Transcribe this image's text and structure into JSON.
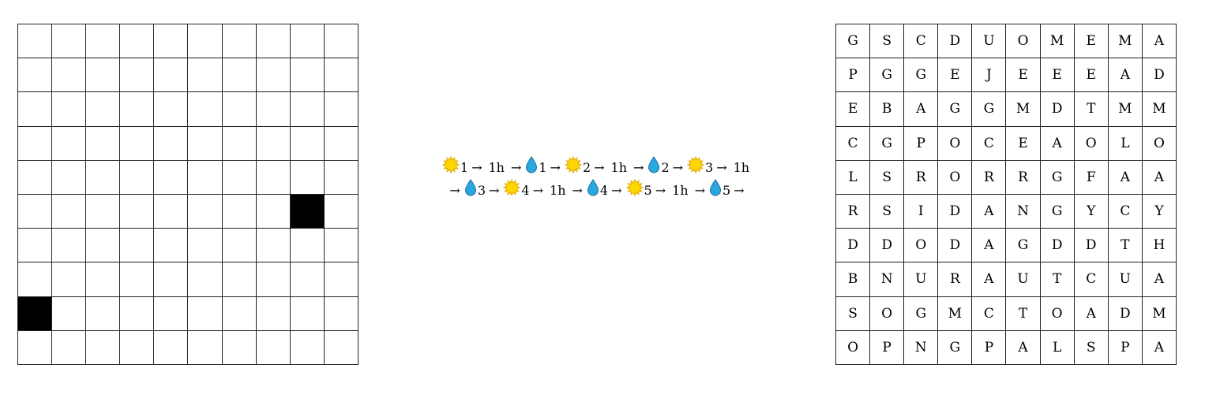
{
  "left_grid": {
    "rows": 10,
    "cols": 10,
    "filled": [
      [
        5,
        8
      ],
      [
        8,
        0
      ]
    ]
  },
  "sequence": {
    "lines": [
      [
        {
          "type": "sun",
          "num": "1"
        },
        {
          "type": "arrow",
          "text": "→"
        },
        {
          "type": "dur",
          "text": "1h"
        },
        {
          "type": "arrow",
          "text": "→"
        },
        {
          "type": "drop",
          "num": "1"
        },
        {
          "type": "arrow",
          "text": "→"
        },
        {
          "type": "sun",
          "num": "2"
        },
        {
          "type": "arrow",
          "text": "→"
        },
        {
          "type": "dur",
          "text": "1h"
        },
        {
          "type": "arrow",
          "text": "→"
        },
        {
          "type": "drop",
          "num": "2"
        },
        {
          "type": "arrow",
          "text": "→"
        },
        {
          "type": "sun",
          "num": "3"
        },
        {
          "type": "arrow",
          "text": "→"
        },
        {
          "type": "dur",
          "text": "1h"
        }
      ],
      [
        {
          "type": "arrow",
          "text": "→"
        },
        {
          "type": "drop",
          "num": "3"
        },
        {
          "type": "arrow",
          "text": "→"
        },
        {
          "type": "sun",
          "num": "4"
        },
        {
          "type": "arrow",
          "text": "→"
        },
        {
          "type": "dur",
          "text": "1h"
        },
        {
          "type": "arrow",
          "text": "→"
        },
        {
          "type": "drop",
          "num": "4"
        },
        {
          "type": "arrow",
          "text": "→"
        },
        {
          "type": "sun",
          "num": "5"
        },
        {
          "type": "arrow",
          "text": "→"
        },
        {
          "type": "dur",
          "text": "1h"
        },
        {
          "type": "arrow",
          "text": "→"
        },
        {
          "type": "drop",
          "num": "5"
        },
        {
          "type": "arrow",
          "text": "→"
        }
      ]
    ],
    "colors": {
      "sun_fill": "#FFD700",
      "sun_stroke": "#E0A800",
      "drop_fill": "#29A8E0",
      "drop_stroke": "#1A6FA0"
    }
  },
  "letter_grid": {
    "rows": [
      [
        "G",
        "S",
        "C",
        "D",
        "U",
        "O",
        "M",
        "E",
        "M",
        "A"
      ],
      [
        "P",
        "G",
        "G",
        "E",
        "J",
        "E",
        "E",
        "E",
        "A",
        "D"
      ],
      [
        "E",
        "B",
        "A",
        "G",
        "G",
        "M",
        "D",
        "T",
        "M",
        "M"
      ],
      [
        "C",
        "G",
        "P",
        "O",
        "C",
        "E",
        "A",
        "O",
        "L",
        "O"
      ],
      [
        "L",
        "S",
        "R",
        "O",
        "R",
        "R",
        "G",
        "F",
        "A",
        "A"
      ],
      [
        "R",
        "S",
        "I",
        "D",
        "A",
        "N",
        "G",
        "Y",
        "C",
        "Y"
      ],
      [
        "D",
        "D",
        "O",
        "D",
        "A",
        "G",
        "D",
        "D",
        "T",
        "H"
      ],
      [
        "B",
        "N",
        "U",
        "R",
        "A",
        "U",
        "T",
        "C",
        "U",
        "A"
      ],
      [
        "S",
        "O",
        "G",
        "M",
        "C",
        "T",
        "O",
        "A",
        "D",
        "M"
      ],
      [
        "O",
        "P",
        "N",
        "G",
        "P",
        "A",
        "L",
        "S",
        "P",
        "A"
      ]
    ]
  }
}
